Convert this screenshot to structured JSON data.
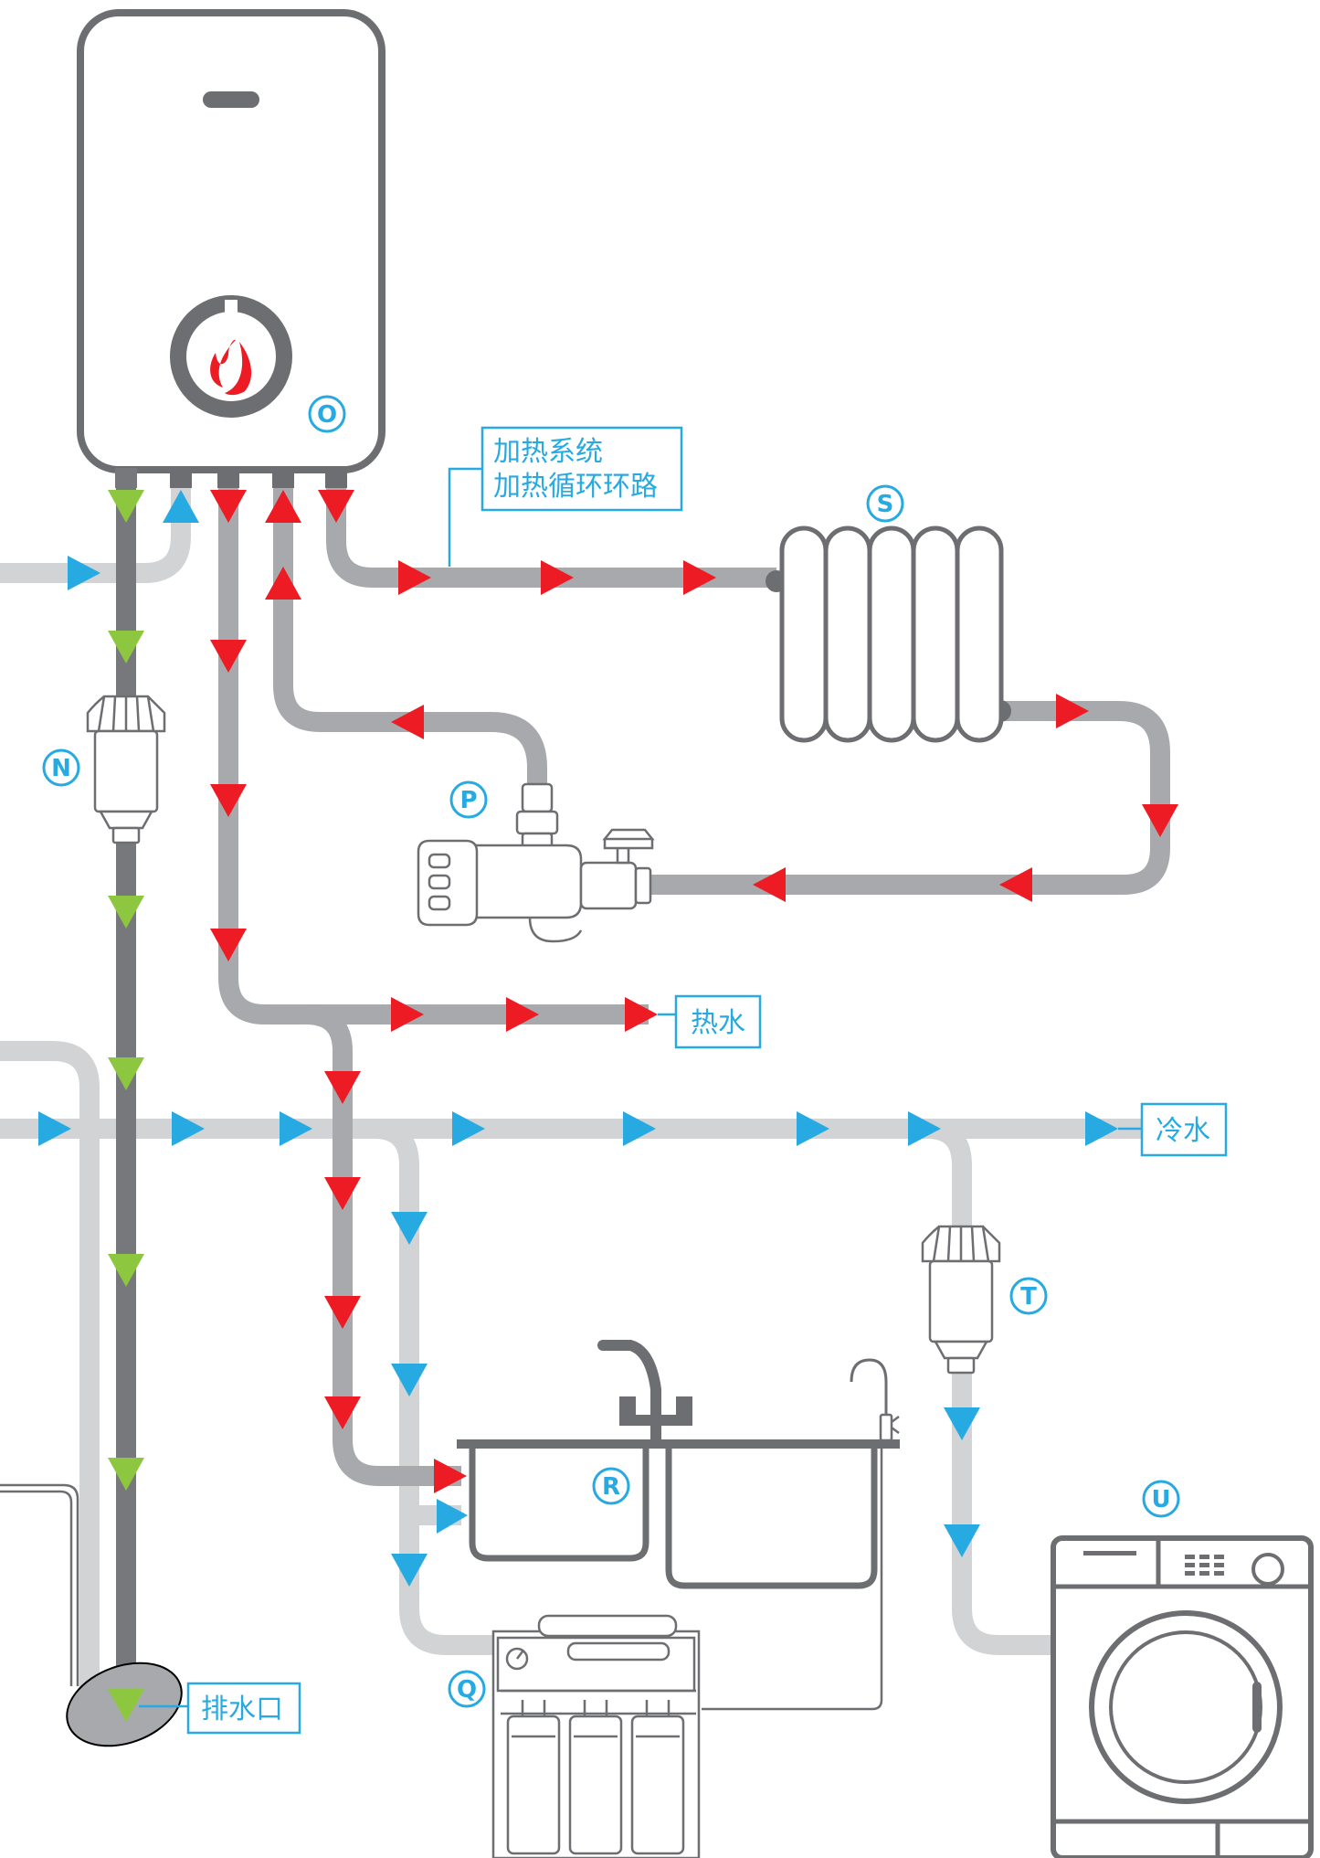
{
  "labels": {
    "heating_line1": "加热系统",
    "heating_line2": "加热循环环路",
    "hot_water": "热水",
    "cold_water": "冷水",
    "drain": "排水口"
  },
  "markers": {
    "boiler": "O",
    "radiator": "S",
    "pump": "P",
    "filter_main": "N",
    "filter_washer": "T",
    "sink": "R",
    "purifier": "Q",
    "washer": "U"
  },
  "colors": {
    "accent": "#27aae1",
    "hot_arrow": "#ed1c24",
    "cold_arrow": "#27aae1",
    "drain_arrow": "#8dc63f",
    "outline": "#6d6e71"
  }
}
